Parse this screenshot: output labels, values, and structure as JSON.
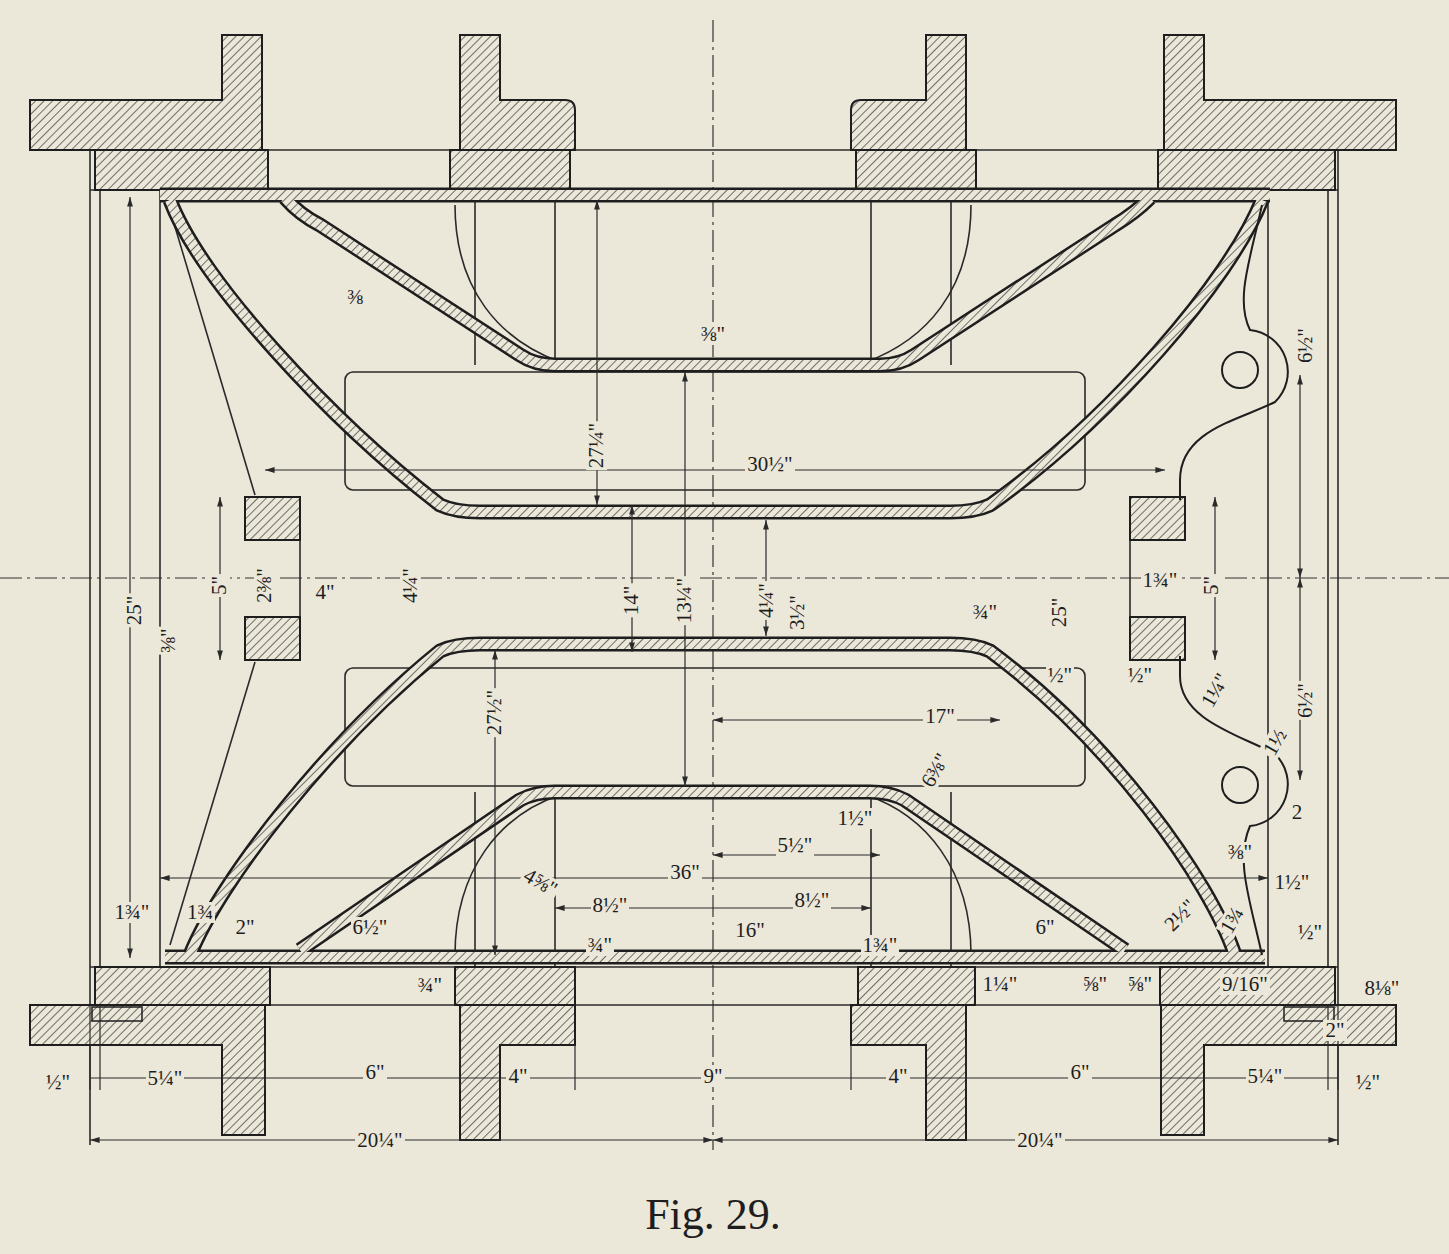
{
  "diagram": {
    "caption": "Fig. 29.",
    "labels": [
      "⅜",
      "⅜\"",
      "27¼\"",
      "30½\"",
      "6½\"",
      "25\"",
      "5\"",
      "2⅜\"",
      "4\"",
      "4¼\"",
      "14\"",
      "13¼\"",
      "4¼\"",
      "3½\"",
      "1¾\"",
      "5\"",
      "¾\"",
      "25\"",
      "½\"",
      "½\"",
      "1¼\"",
      "6½\"",
      "27½\"",
      "17\"",
      "6⅜\"",
      "1½",
      "1½\"",
      "5½\"",
      "2",
      "⅜\"",
      "1½\"",
      "36\"",
      "4⅝\"",
      "8½\"",
      "8½\"",
      "16\"",
      "1¾\"",
      "1¾",
      "2\"",
      "6½\"",
      "¾\"",
      "¾\"",
      "1¾\"",
      "6\"",
      "2½\"",
      "1¾",
      "½\"",
      "1¼\"",
      "⅝\"",
      "⅝\"",
      "9/16\"",
      "8⅛\"",
      "2\"",
      "½\"",
      "5¼\"",
      "6\"",
      "4\"",
      "9\"",
      "4\"",
      "6\"",
      "5¼\"",
      "½\"",
      "20¼\"",
      "20¼\"",
      "⅜\""
    ]
  }
}
